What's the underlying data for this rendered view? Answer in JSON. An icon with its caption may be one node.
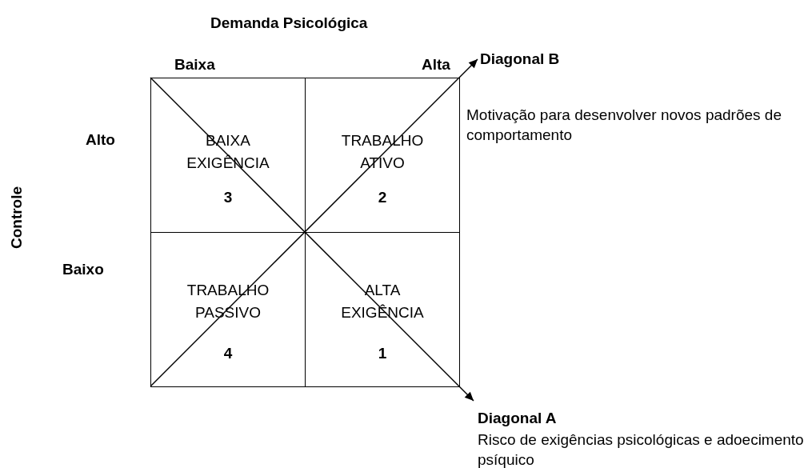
{
  "diagram": {
    "nodes": [
      {
        "text": [
          "BAIXA EXIGÊNCIA",
          "3"
        ]
      },
      {
        "text": [
          "TRABALHO ATIVO",
          "2"
        ]
      },
      {
        "text": [
          "TRABALHO PASSIVO",
          "4"
        ]
      },
      {
        "text": [
          "ALTA EXIGÊNCIA",
          "1"
        ]
      }
    ],
    "labels": [
      "Demanda Psicológica",
      "Baixa",
      "Alta",
      "Diagonal B",
      "Motivação para desenvolver novos padrões de comportamento",
      "Alto",
      "Controle",
      "Baixo",
      "Diagonal A",
      "Risco de exigências psicológicas e adoecimento psíquico"
    ]
  }
}
